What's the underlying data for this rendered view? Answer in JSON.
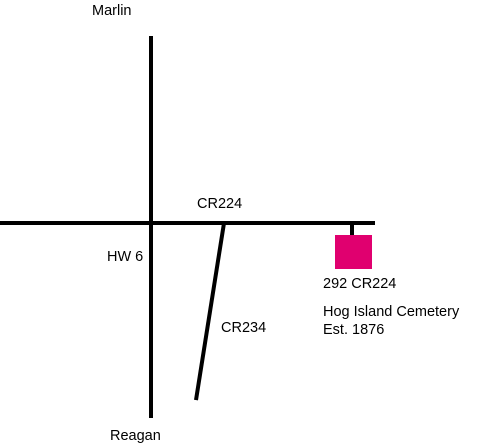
{
  "map": {
    "cities": {
      "north": "Marlin",
      "south": "Reagan"
    },
    "roads": {
      "main_highway": "HW 6",
      "east_road": "CR224",
      "branch_road": "CR234"
    },
    "destination": {
      "address": "292 CR224",
      "name": "Hog Island Cemetery",
      "established": "Est. 1876",
      "marker_color": "#e0006f"
    },
    "colors": {
      "road": "#000000",
      "background": "#ffffff",
      "text": "#000000"
    }
  }
}
